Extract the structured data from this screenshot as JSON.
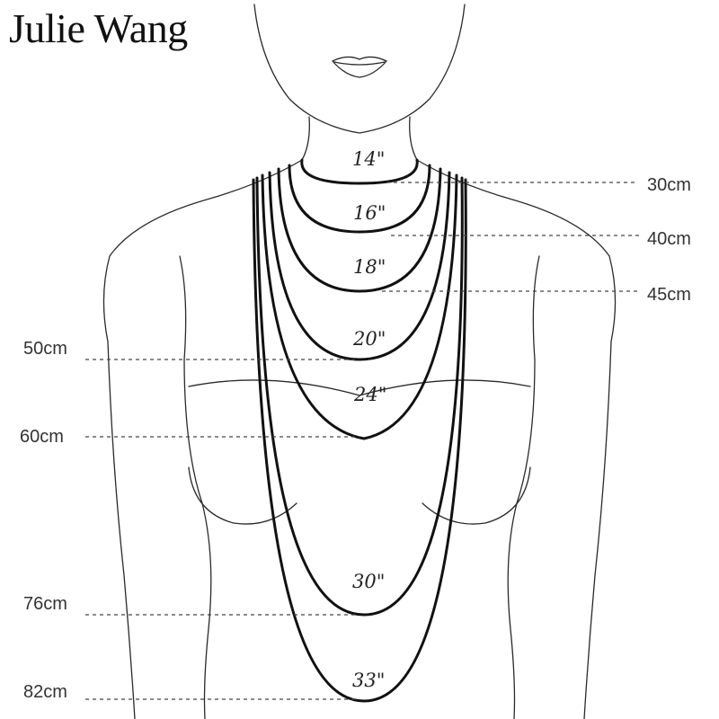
{
  "brand": {
    "name": "Julie Wang"
  },
  "diagram": {
    "type": "necklace-length-chart",
    "colors": {
      "line": "#111111",
      "text": "#222222",
      "background": "#ffffff"
    },
    "lengths": [
      {
        "inches": "14\"",
        "cm": "30cm",
        "side": "right"
      },
      {
        "inches": "16\"",
        "cm": "40cm",
        "side": "right"
      },
      {
        "inches": "18\"",
        "cm": "45cm",
        "side": "right"
      },
      {
        "inches": "20\"",
        "cm": "50cm",
        "side": "left"
      },
      {
        "inches": "24\"",
        "cm": "60cm",
        "side": "left"
      },
      {
        "inches": "30\"",
        "cm": "76cm",
        "side": "left"
      },
      {
        "inches": "33\"",
        "cm": "82cm",
        "side": "left"
      }
    ]
  }
}
